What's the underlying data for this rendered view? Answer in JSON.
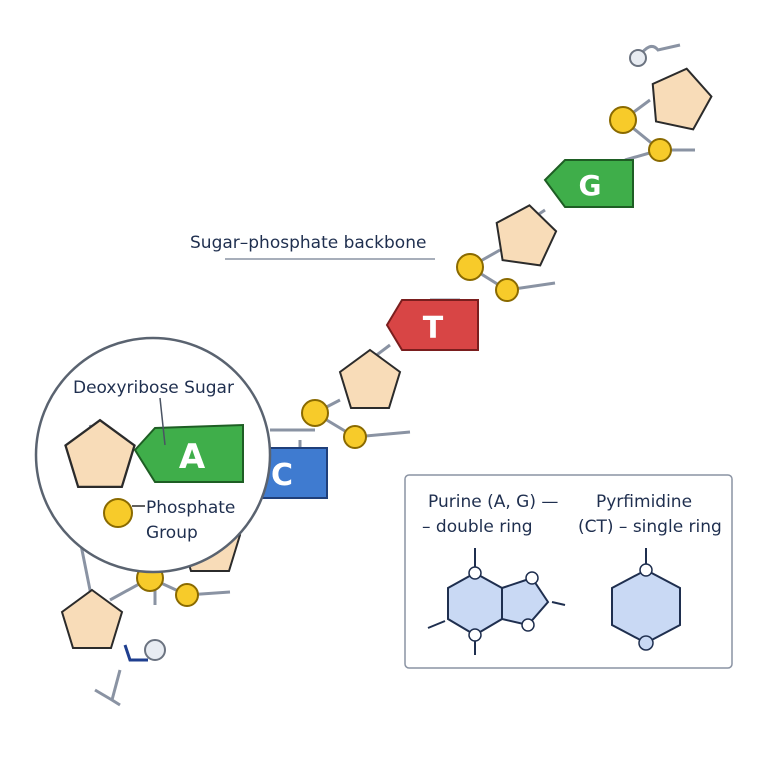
{
  "backbone_label": "Sugar–phosphate backbone",
  "bases": [
    {
      "letter": "G",
      "color": "#3fae4a"
    },
    {
      "letter": "T",
      "color": "#d84545"
    },
    {
      "letter": "C",
      "color": "#3f7bd0"
    },
    {
      "letter": "A",
      "color": "#3fae4a"
    }
  ],
  "magnifier": {
    "sugar_label": "Deoxyribose Sugar",
    "phosphate_label_line1": "Phosphate",
    "phosphate_label_line2": "Group"
  },
  "legend": {
    "purine_line1": "Purine (A, G) —",
    "purine_line2": "– double ring",
    "pyrimidine_line1": "Pyrfimidine",
    "pyrimidine_line2": "(CT) – single ring"
  },
  "colors": {
    "sugar": "#f8dcb8",
    "phosphate": "#f7cb2a",
    "ring": "#c9d9f4",
    "text": "#1f2f4f"
  }
}
